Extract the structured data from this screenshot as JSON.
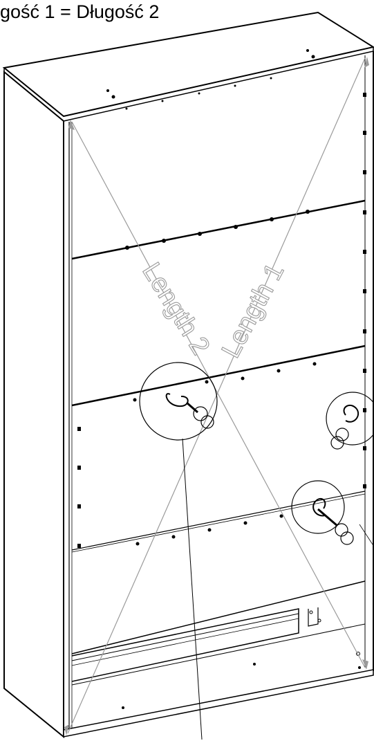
{
  "header": {
    "text": "gość 1 = Długość 2"
  },
  "labels": {
    "length_1": "Length 1",
    "length_2": "Length 2"
  },
  "colors": {
    "line": "#000000",
    "guide": "#9a9a9a",
    "background": "#ffffff"
  }
}
